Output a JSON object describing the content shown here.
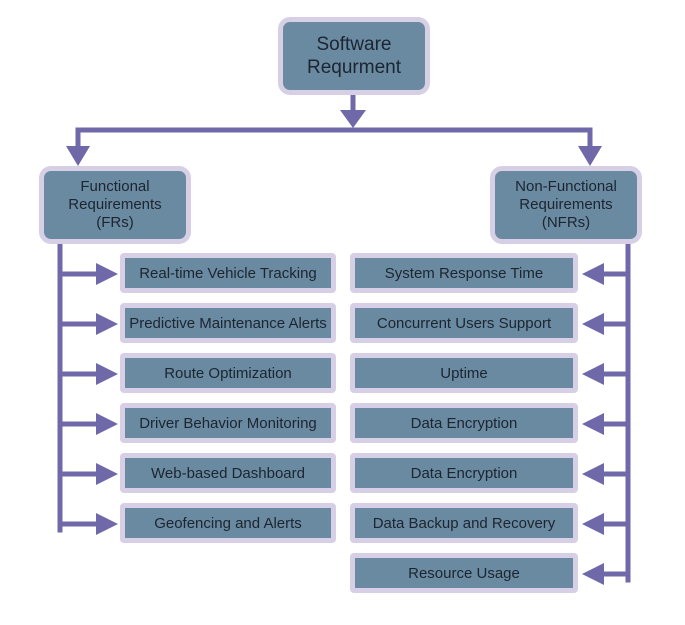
{
  "root": {
    "label": "Software\nRequrment"
  },
  "functional": {
    "label": "Functional\nRequirements (FRs)",
    "items": [
      "Real-time Vehicle Tracking",
      "Predictive Maintenance Alerts",
      "Route Optimization",
      "Driver Behavior Monitoring",
      "Web-based Dashboard",
      "Geofencing and Alerts"
    ]
  },
  "non_functional": {
    "label": "Non-Functional\nRequirements (NFRs)",
    "items": [
      "System Response Time",
      "Concurrent Users Support",
      "Uptime",
      "Data Encryption",
      "Data Encryption",
      "Data Backup and Recovery",
      "Resource Usage"
    ]
  },
  "colors": {
    "box_fill": "#6a8aa1",
    "box_border": "#d7cfe6",
    "connector": "#6f68a9",
    "text": "#1c2530"
  }
}
